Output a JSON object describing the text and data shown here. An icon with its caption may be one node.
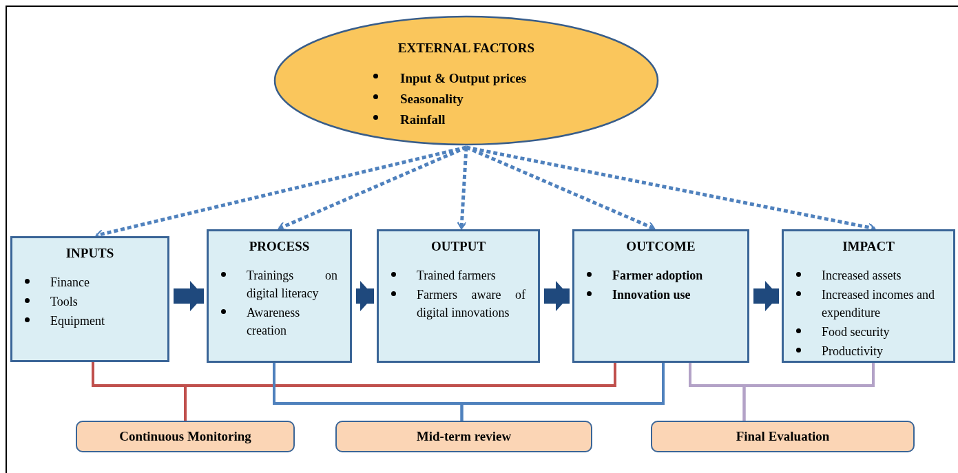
{
  "diagram": {
    "nodes": [
      {
        "text": [
          "EXTERNAL FACTORS",
          "Input & Output prices",
          "Seasonality",
          "Rainfall"
        ]
      },
      {
        "text": [
          "INPUTS",
          "Finance",
          "Tools",
          "Equipment"
        ]
      },
      {
        "text": [
          "PROCESS",
          "Trainings on digital literacy",
          "Awareness creation"
        ]
      },
      {
        "text": [
          "OUTPUT",
          "Trained farmers",
          "Farmers aware of digital innovations"
        ]
      },
      {
        "text": [
          "OUTCOME",
          "Farmer adoption",
          "Innovation use"
        ]
      },
      {
        "text": [
          "IMPACT",
          "Increased assets",
          "Increased incomes and expenditure",
          "Food security",
          "Productivity"
        ]
      },
      {
        "text": [
          "Continuous Monitoring"
        ]
      },
      {
        "text": [
          "Mid-term review"
        ]
      },
      {
        "text": [
          "Final Evaluation"
        ]
      }
    ],
    "edges": [
      {
        "from": 0,
        "to": 1,
        "arrow": "to",
        "style": "dashed"
      },
      {
        "from": 0,
        "to": 2,
        "arrow": "to",
        "style": "dashed"
      },
      {
        "from": 0,
        "to": 3,
        "arrow": "to",
        "style": "dashed"
      },
      {
        "from": 0,
        "to": 4,
        "arrow": "to",
        "style": "dashed"
      },
      {
        "from": 0,
        "to": 5,
        "arrow": "to",
        "style": "dashed"
      },
      {
        "from": 1,
        "to": 2,
        "arrow": "to",
        "style": "thick",
        "color": "#1f497d"
      },
      {
        "from": 2,
        "to": 3,
        "arrow": "to",
        "style": "thick",
        "color": "#1f497d"
      },
      {
        "from": 3,
        "to": 4,
        "arrow": "to",
        "style": "thick",
        "color": "#1f497d"
      },
      {
        "from": 4,
        "to": 5,
        "arrow": "to",
        "style": "thick",
        "color": "#1f497d"
      },
      {
        "from": 1,
        "to": 6,
        "arrow": "none",
        "color": "#c0504d"
      },
      {
        "from": 4,
        "to": 6,
        "arrow": "none",
        "color": "#c0504d"
      },
      {
        "from": 2,
        "to": 7,
        "arrow": "none"
      },
      {
        "from": 4,
        "to": 7,
        "arrow": "none"
      },
      {
        "from": 4,
        "to": 8,
        "arrow": "none",
        "color": "#b3a2c7"
      },
      {
        "from": 5,
        "to": 8,
        "arrow": "none",
        "color": "#b3a2c7"
      }
    ]
  }
}
